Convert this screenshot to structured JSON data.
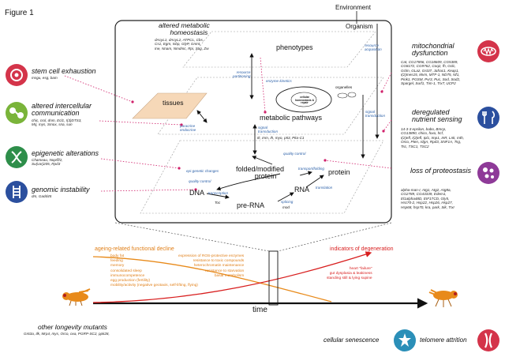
{
  "figure_label": "Figure 1",
  "top": {
    "environment": "Environment",
    "organism": "Organism"
  },
  "center": {
    "altered_metabolic_homeostasis": [
      "altered metabolic",
      "homeostasis"
    ],
    "metabolic_genes": [
      "dAcyL1, dAcyL2, ATPCL, Cbs,",
      "Cs1, Egm, Isbp, GlyP, Gnmt,",
      "Ine, Nnam, Nmdmc, Rpi, Sug, Zw"
    ],
    "phenotypes": "phenotypes",
    "tissues": "tissues",
    "resource_partitioning": [
      "resource",
      "partitioning"
    ],
    "resource_acquisition": [
      "resource",
      "acquisition"
    ],
    "enzyme_kinetics": "enzyme kinetics",
    "organelles": "organelles",
    "cell_label": "cellular homeostasis & repair",
    "paracrine": [
      "paracrine",
      "endocrine"
    ],
    "signal_transduction_right": [
      "signal",
      "transduction"
    ],
    "metabolic_pathways": "metabolic pathways",
    "signal_transduction_center": [
      "signal",
      "transduction"
    ],
    "signal_genes": "Ilr, Inm, Ih, myo, p53, Pka-C1",
    "quality_control_top": "quality control",
    "epigenetic_changes": "epi-genetic changes",
    "quality_control_dna": "quality control",
    "folded_protein": [
      "folded/modified",
      "protein"
    ],
    "transport_folding": "transport/folding",
    "protein": "protein",
    "dna": "DNA",
    "rna": "RNA",
    "transcription": "transcription",
    "translation": "translation",
    "toc": "Toc",
    "pre_rna": "pre-RNA",
    "splicing": "splicing",
    "splicing_gene": "mod"
  },
  "hallmarks_left": [
    {
      "title": [
        "stem cell exhaustion"
      ],
      "genes": [
        "msgu, esg, bam"
      ]
    },
    {
      "title": [
        "altered intercellular",
        "communication"
      ],
      "genes": [
        "chic, crol, dnm, Ecl1, I(3)DTS3,",
        "Mrj, mys, Smox, sna, sun"
      ]
    },
    {
      "title": [
        "epigenetic alterations"
      ],
      "genes": [
        "Chameau, Nop/fl/2,",
        "Su(var)205, Rpd3"
      ]
    },
    {
      "title": [
        "genomic instability"
      ],
      "genes": [
        "dm, Gadd45"
      ]
    }
  ],
  "hallmarks_right": [
    {
      "title": [
        "mitochondrial",
        "dysfunction"
      ],
      "genes": [
        "Cat, CG17856, CG18609, CG5389,",
        "CG8172, CG9762, Coq2, fh, Gclc,",
        "Gclm, GLaz, Gst37, Jafrac1, Keap1,",
        "I(2)mes15, Mvm, MTF-1, ND75, Nf1,",
        "Pink1, PGSM, Pvr3, Puc, Sod, Sod2,",
        "Spargel, Surf1, Tim-1, TrxT, UCP2"
      ]
    },
    {
      "title": [
        "deregulated",
        "nutrient sensing"
      ],
      "genes": [
        "14-3-3 epsilon, babo, Bmcp,",
        "CG13890, chico, foxo, hcf,",
        "I(2)efl, I(2)efl, Ipl1, Imp1, InR, Lnk, mth,",
        "Orco, Pten, rdgA, Rpd3, SNF1A, Tsg,",
        "Tsc, TSC1, TSC2"
      ]
    },
    {
      "title": [
        "loss of proteostasis"
      ],
      "genes": [
        "alpha-man-I, Atg1, Atg2, Atg8a,",
        "CG2789, CG43339, Edem1,",
        "El1alpha48D, EIF1TCD, Gly5,",
        "Hsc70-2, Hsp22, Hsp26, Hsp27,",
        "Hsp68, hsp70, kra, park, Sik, Trxr"
      ]
    }
  ],
  "timeline": {
    "decline_title": "ageing-related functional decline",
    "decline_items": [
      "body fat",
      "feeding",
      "memory",
      "consolidated sleep",
      "immunocompetence",
      "egg production (fertility)",
      "mobility/activity (negative geotaxis, self-lifting, flying)"
    ],
    "improve_items": [
      "expression of ROS-protective enzymes",
      "resistance to toxic compounds",
      "heterochromatin maintenance",
      "resistance to starvation",
      "basal metabolism"
    ],
    "degeneration_title": "indicators of degeneration",
    "degeneration_items": [
      "heart \"failure\"",
      "gut dysplasia & leakiness",
      "standing still & lying supine"
    ],
    "time_label": "time"
  },
  "bottom": {
    "other_mutants": "other longevity mutants",
    "other_genes": "Gr63a, Ilk, Mrp4, mys, Orco, ova, PGRP-SC2, ppk28,",
    "cellular_senescence": "cellular senescence",
    "telomere_attrition": "telomere attrition"
  },
  "colors": {
    "blue_text": "#2a5fa8",
    "orange": "#e88a1a",
    "red": "#d81e1e",
    "tissue_fill": "#f6d8b8",
    "dotted_red": "#d0206a"
  }
}
